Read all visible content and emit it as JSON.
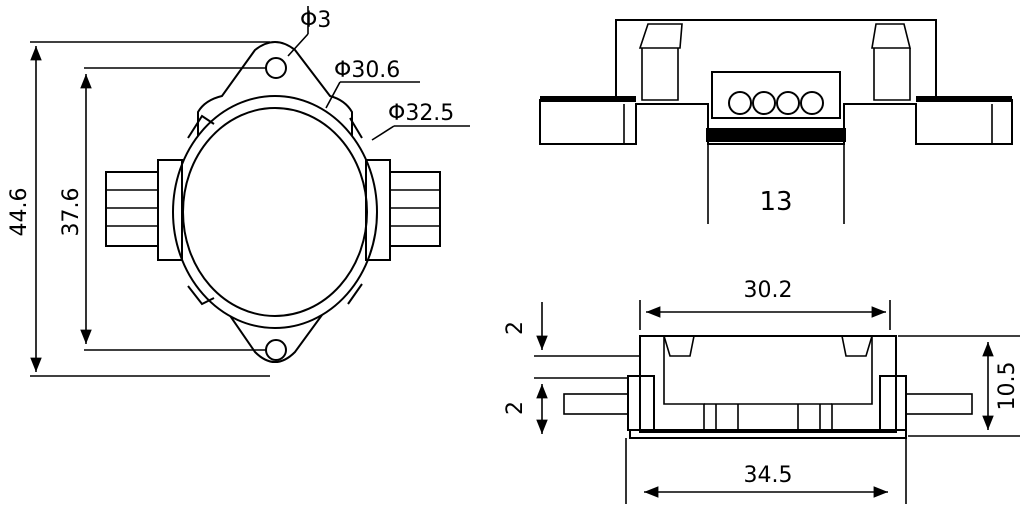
{
  "drawing": {
    "dimensions": {
      "hole_diameter": "Φ3",
      "inner_lens_diameter": "Φ30.6",
      "outer_lens_diameter": "Φ32.5",
      "overall_height": "44.6",
      "hole_spacing": "37.6",
      "led_spacing": "13",
      "body_width": "30.2",
      "base_width": "34.5",
      "total_thickness": "10.5",
      "top_step": "2",
      "lower_step": "2"
    }
  },
  "colors": {
    "line": "#000000",
    "background": "#ffffff"
  }
}
